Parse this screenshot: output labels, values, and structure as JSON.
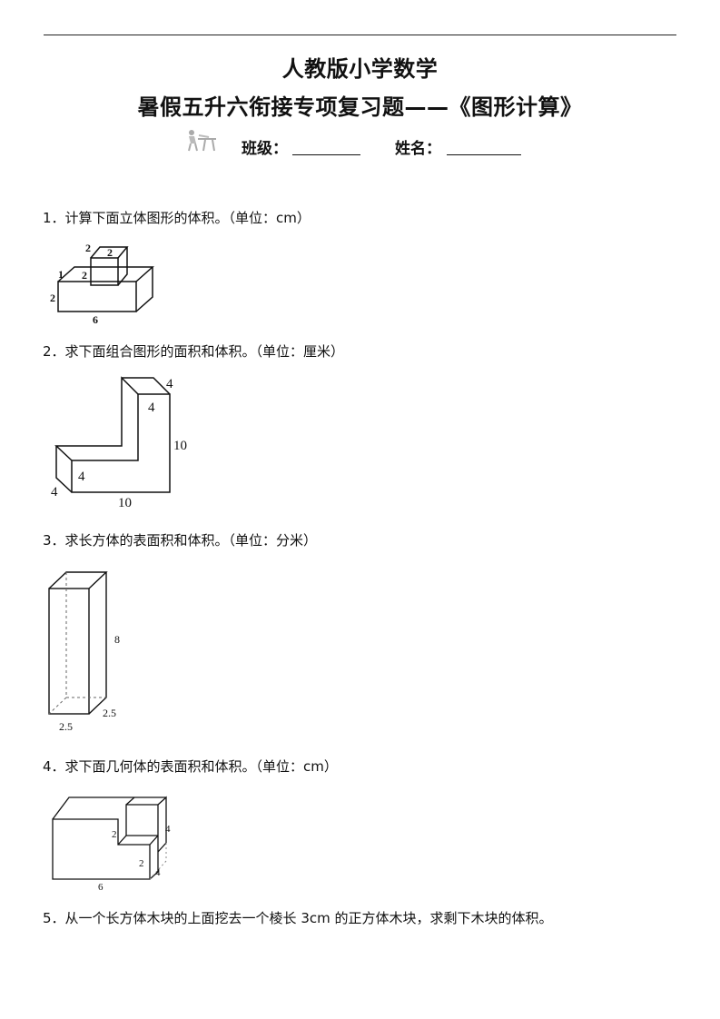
{
  "header": {
    "title_line1": "人教版小学数学",
    "title_line2": "暑假五升六衔接专项复习题——《图形计算》",
    "class_label": "班级：",
    "name_label": "姓名："
  },
  "questions": [
    {
      "text": "1．计算下面立体图形的体积。（单位：cm）",
      "labels": {
        "top_w": "2",
        "top_d": "2",
        "mid_d": "1",
        "mid_h": "2",
        "base_h": "2",
        "base_w": "6"
      }
    },
    {
      "text": "2．求下面组合图形的面积和体积。（单位：厘米）",
      "labels": {
        "top_depth": "4",
        "top_width": "4",
        "height": "10",
        "front_height": "4",
        "depth": "4",
        "length": "10"
      }
    },
    {
      "text": "3．求长方体的表面积和体积。（单位：分米）",
      "labels": {
        "height": "8",
        "depth": "2.5",
        "width": "2.5"
      }
    },
    {
      "text": "4．求下面几何体的表面积和体积。（单位：cm）",
      "labels": {
        "cut_w": "2",
        "right_4": "4",
        "cut_h": "2",
        "depth": "4",
        "length": "6"
      }
    },
    {
      "text": "5．从一个长方体木块的上面挖去一个棱长 3cm 的正方体木块，求剩下木块的体积。"
    }
  ]
}
